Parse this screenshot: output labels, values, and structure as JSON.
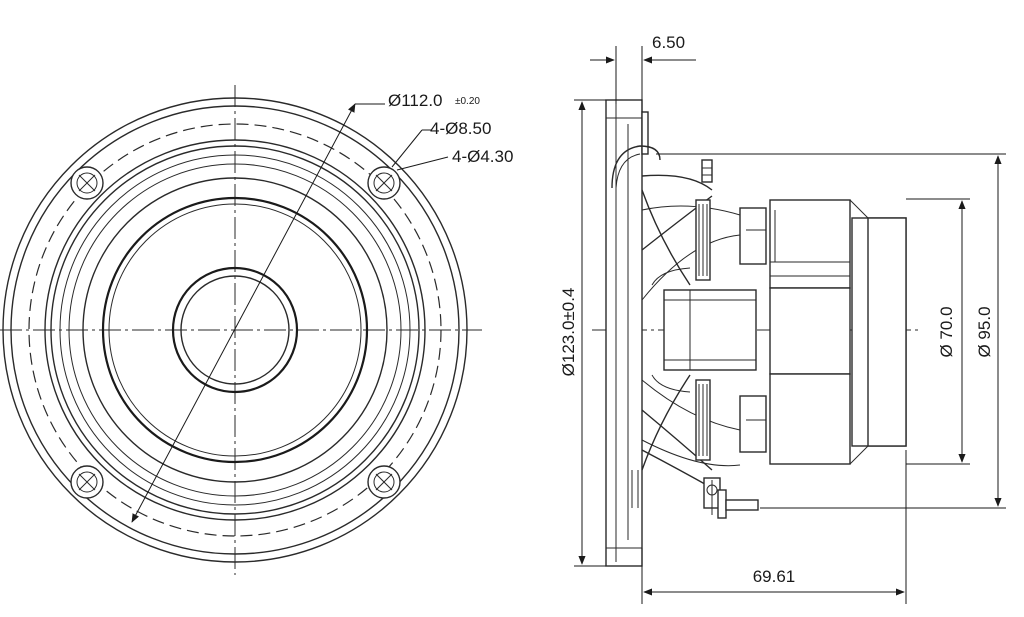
{
  "dimensions": {
    "flange_diameter": "Ø112.0",
    "flange_diameter_tolerance": "±0.20",
    "mount_holes_large": "4-Ø8.50",
    "mount_holes_small": "4-Ø4.30",
    "flange_thickness": "6.50",
    "outer_diameter": "Ø123.0±0.4",
    "magnet_diameter_small": "Ø 70.0",
    "magnet_diameter_large": "Ø 95.0",
    "mounting_depth": "69.61"
  }
}
